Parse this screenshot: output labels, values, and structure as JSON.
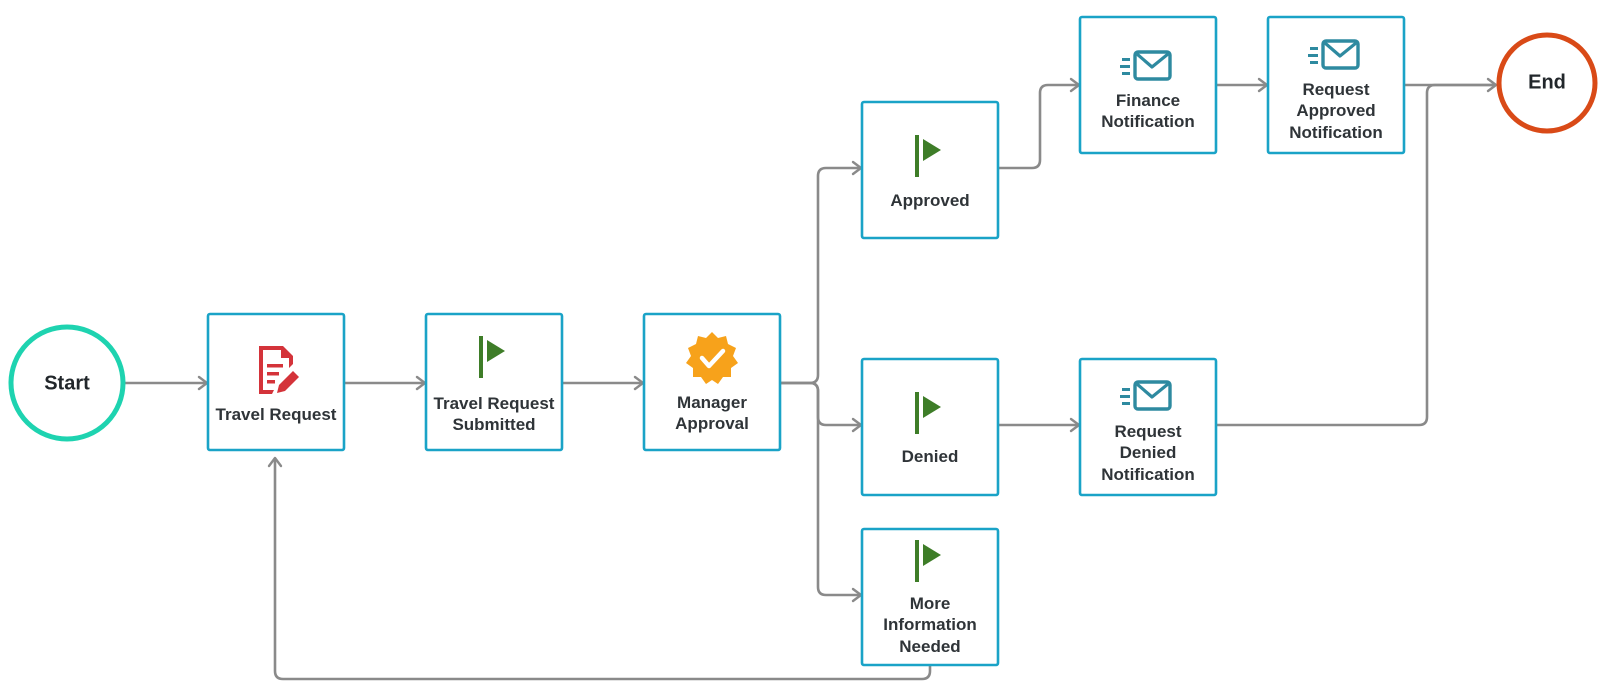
{
  "colors": {
    "start": "#1ed3b0",
    "end": "#d94a17",
    "task_border": "#1aa3c7",
    "connector": "#8a8a8a",
    "flag": "#3e7d28",
    "form": "#d4333a",
    "badge": "#f7a21b",
    "mail": "#2e8aa0"
  },
  "events": {
    "start": {
      "label": "Start"
    },
    "end": {
      "label": "End"
    }
  },
  "nodes": {
    "travel_request": {
      "icon": "form-edit-icon",
      "lines": [
        "Travel Request"
      ]
    },
    "travel_request_submitted": {
      "icon": "flag-icon",
      "lines": [
        "Travel Request",
        "Submitted"
      ]
    },
    "manager_approval": {
      "icon": "approval-badge-icon",
      "lines": [
        "Manager",
        "Approval"
      ]
    },
    "approved": {
      "icon": "flag-icon",
      "lines": [
        "Approved"
      ]
    },
    "denied": {
      "icon": "flag-icon",
      "lines": [
        "Denied"
      ]
    },
    "more_info": {
      "icon": "flag-icon",
      "lines": [
        "More",
        "Information",
        "Needed"
      ]
    },
    "finance_notification": {
      "icon": "mail-send-icon",
      "lines": [
        "Finance",
        "Notification"
      ]
    },
    "request_approved_notification": {
      "icon": "mail-send-icon",
      "lines": [
        "Request",
        "Approved",
        "Notification"
      ]
    },
    "request_denied_notification": {
      "icon": "mail-send-icon",
      "lines": [
        "Request",
        "Denied",
        "Notification"
      ]
    }
  }
}
